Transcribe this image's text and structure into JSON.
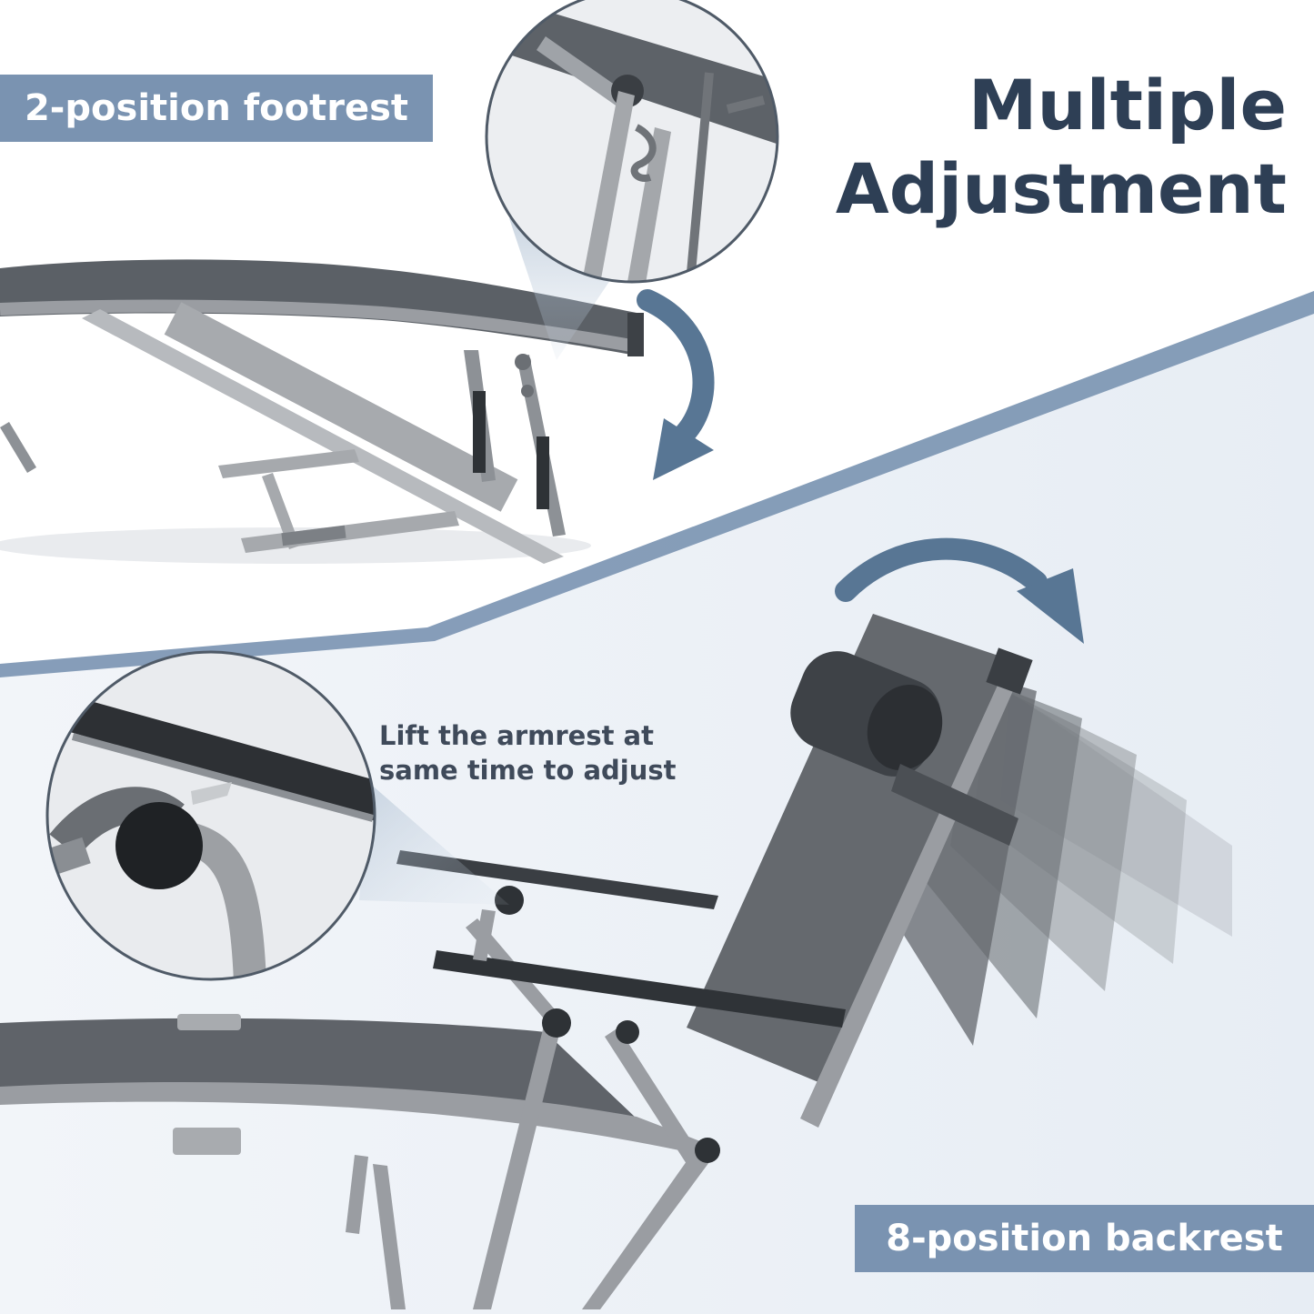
{
  "labels": {
    "footrest": "2-position footrest",
    "backrest": "8-position backrest"
  },
  "headline": {
    "line1": "Multiple",
    "line2": "Adjustment"
  },
  "armrest_note": {
    "line1": "Lift the armrest at",
    "line2": "same time to adjust"
  },
  "colors": {
    "accent": "#7a93b1",
    "arrow": "#587694",
    "headline": "#2e3f55",
    "note_text": "#3f4a5a",
    "background_band": "#eef2f7",
    "fabric": "#555a60",
    "frame": "#9a9da2"
  },
  "icons": {
    "footrest_arrow": "curved-arrow-down-icon",
    "backrest_arrow": "curved-arrow-right-icon"
  }
}
